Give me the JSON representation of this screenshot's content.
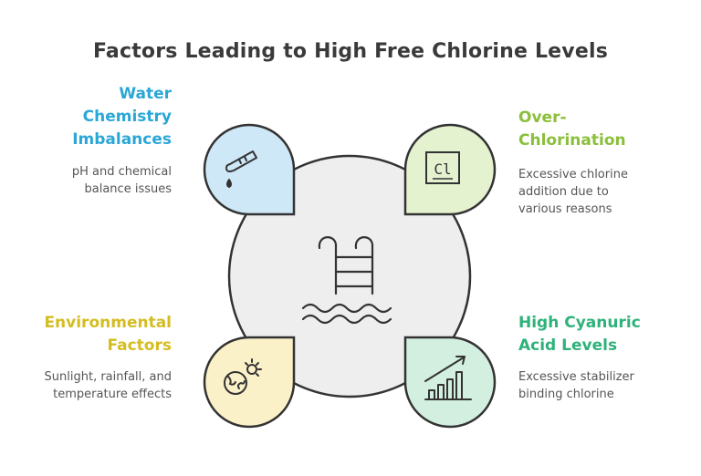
{
  "title": "Factors Leading to High Free Chlorine Levels",
  "center": {
    "icon": "pool-ladder-icon"
  },
  "factors": {
    "water": {
      "title": [
        "Water",
        "Chemistry",
        "Imbalances"
      ],
      "description": [
        "pH and chemical",
        "balance issues"
      ],
      "icon": "test-tube-icon",
      "color": "#2aa7d6",
      "fill": "#cfe8f7"
    },
    "over": {
      "title": [
        "Over-",
        "Chlorination"
      ],
      "description": [
        "Excessive chlorine",
        "addition due to",
        "various reasons"
      ],
      "icon": "chlorine-element-icon",
      "icon_text": "Cl",
      "color": "#8bbf3a",
      "fill": "#e4f2cf"
    },
    "env": {
      "title": [
        "Environmental",
        "Factors"
      ],
      "description": [
        "Sunlight, rainfall, and",
        "temperature effects"
      ],
      "icon": "sun-globe-icon",
      "color": "#d4bd22",
      "fill": "#fbf1c8"
    },
    "cya": {
      "title": [
        "High Cyanuric",
        "Acid Levels"
      ],
      "description": [
        "Excessive stabilizer",
        "binding chlorine"
      ],
      "icon": "bar-chart-up-icon",
      "color": "#2fb27a",
      "fill": "#d3efdf"
    }
  }
}
